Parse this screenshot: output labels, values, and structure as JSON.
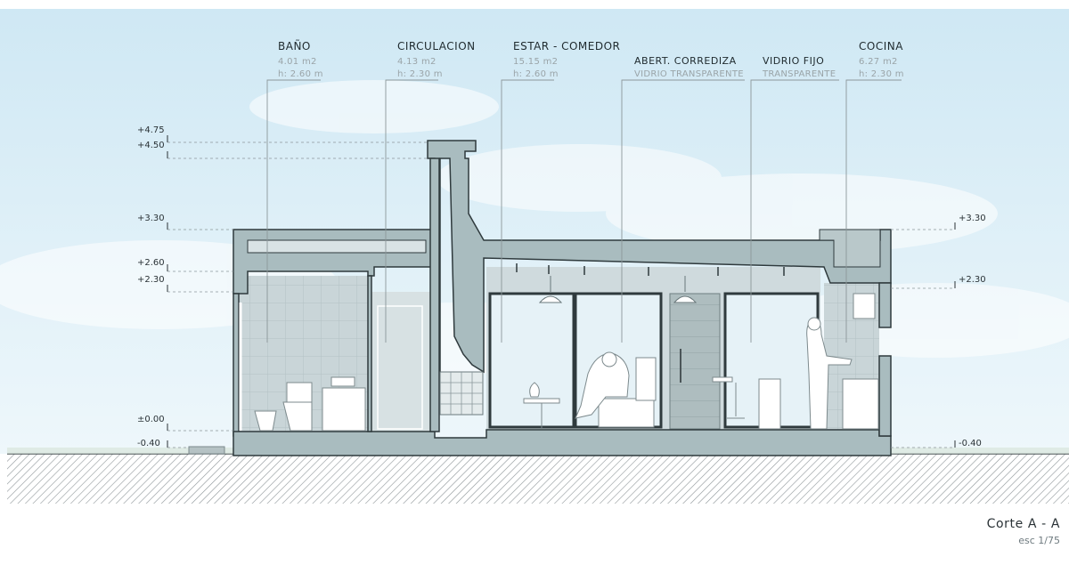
{
  "rooms": [
    {
      "name": "BAÑO",
      "area": "4.01 m2",
      "height": "h: 2.60 m"
    },
    {
      "name": "CIRCULACION",
      "area": "4.13 m2",
      "height": "h: 2.30 m"
    },
    {
      "name": "ESTAR - COMEDOR",
      "area": "15.15 m2",
      "height": "h: 2.60 m"
    },
    {
      "name": "COCINA",
      "area": "6.27 m2",
      "height": "h: 2.30 m"
    }
  ],
  "openings": [
    {
      "name": "ABERT. CORREDIZA",
      "note": "VIDRIO TRANSPARENTE"
    },
    {
      "name": "VIDRIO FIJO",
      "note": "TRANSPARENTE"
    }
  ],
  "levels_left": [
    "+4.75",
    "+4.50",
    "+3.30",
    "+2.60",
    "+2.30",
    "±0.00",
    "-0.40"
  ],
  "levels_right": [
    "+3.30",
    "+2.30",
    "-0.40"
  ],
  "drawing": {
    "title": "Corte A - A",
    "scale": "esc 1/75"
  },
  "colors": {
    "sky": "#dceff8",
    "wall": "#a9bcbf",
    "wall_stroke": "#2f3a3d",
    "interior": "#d4dfe1",
    "glass": "#e3eef3",
    "ground_hatch": "#8e9699"
  }
}
